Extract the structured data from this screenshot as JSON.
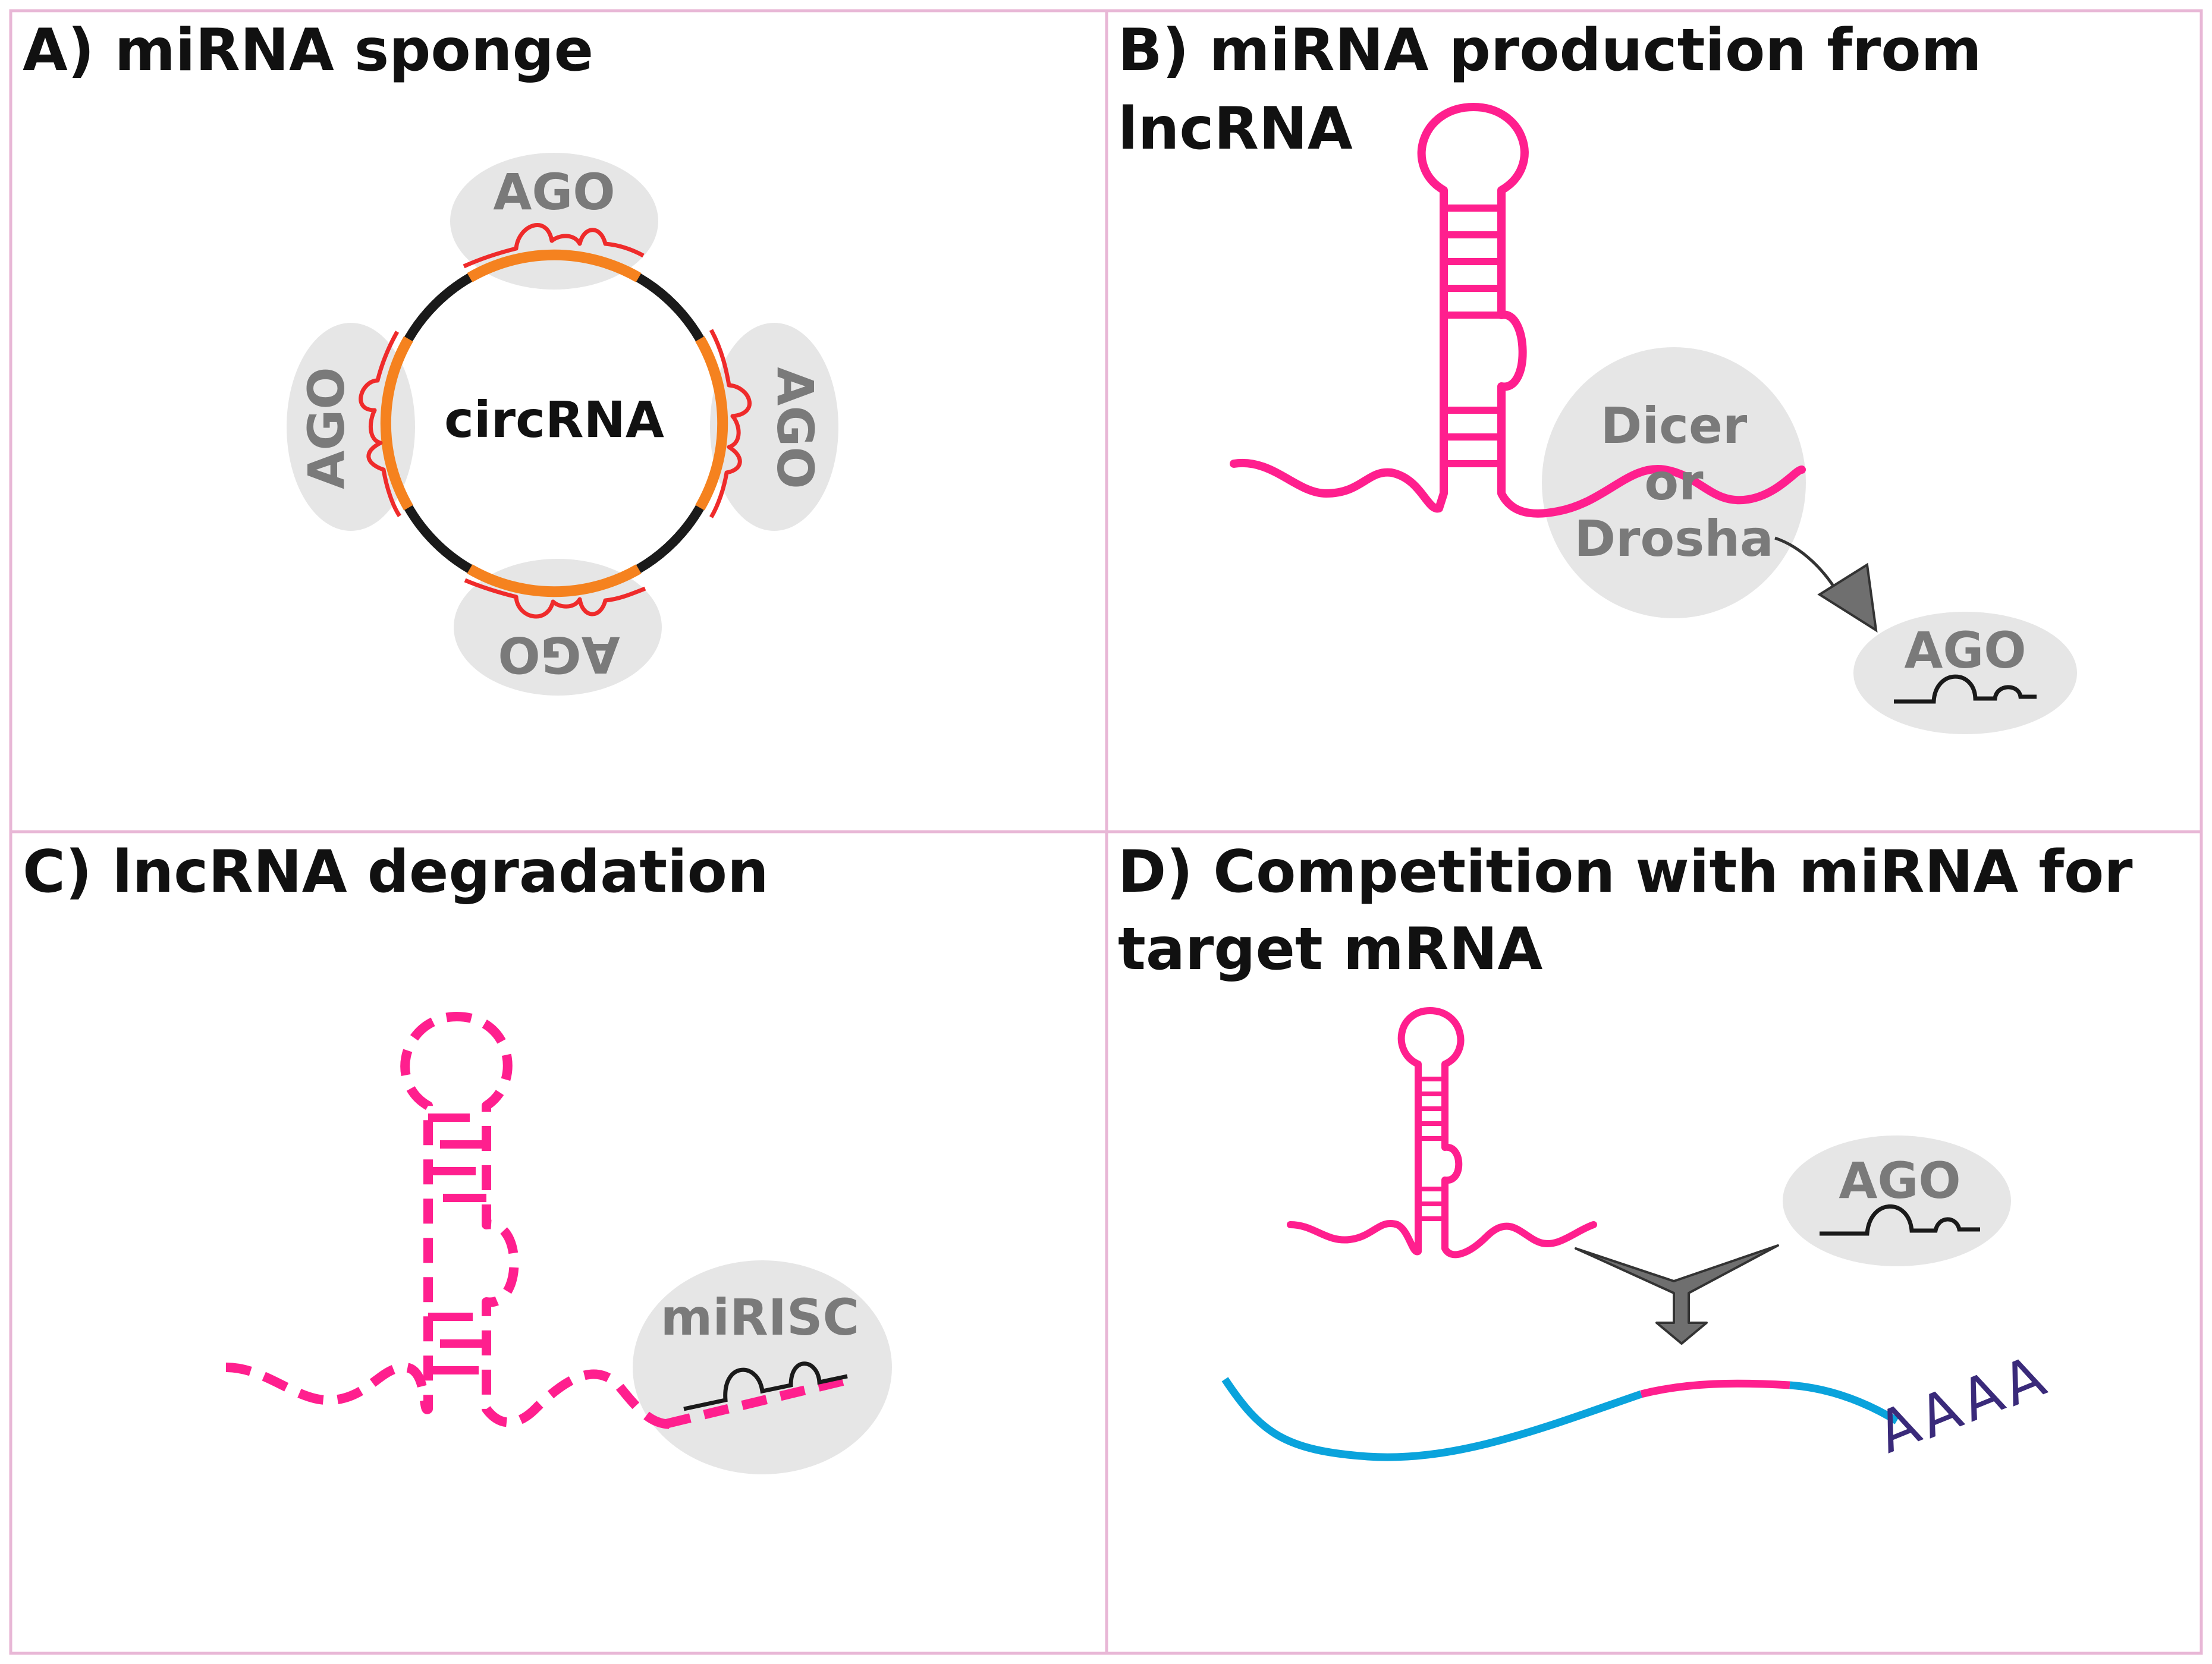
{
  "panels": {
    "a": {
      "title": "A) miRNA sponge",
      "center_label": "circRNA",
      "ago_label": "AGO"
    },
    "b": {
      "title_line1": "B) miRNA production from",
      "title_line2": "lncRNA",
      "enzyme_line1": "Dicer",
      "enzyme_line2": "or",
      "enzyme_line3": "Drosha",
      "ago_label": "AGO"
    },
    "c": {
      "title": "C) lncRNA degradation",
      "complex_label": "miRISC"
    },
    "d": {
      "title_line1": "D) Competition with miRNA for",
      "title_line2": "target mRNA",
      "ago_label": "AGO",
      "polya": [
        "A",
        "A",
        "A",
        "A"
      ]
    }
  },
  "colors": {
    "border": "#e8b7d6",
    "lncrna": "#ff1f8e",
    "circrna": "#1a1a1a",
    "binding_site": "#f5821f",
    "mirna_red": "#ef2b2b",
    "protein_blob": "#e6e6e6",
    "mrna": "#0aa3dc",
    "polya": "#3a2a7a",
    "arrow": "#6f6f6f"
  }
}
